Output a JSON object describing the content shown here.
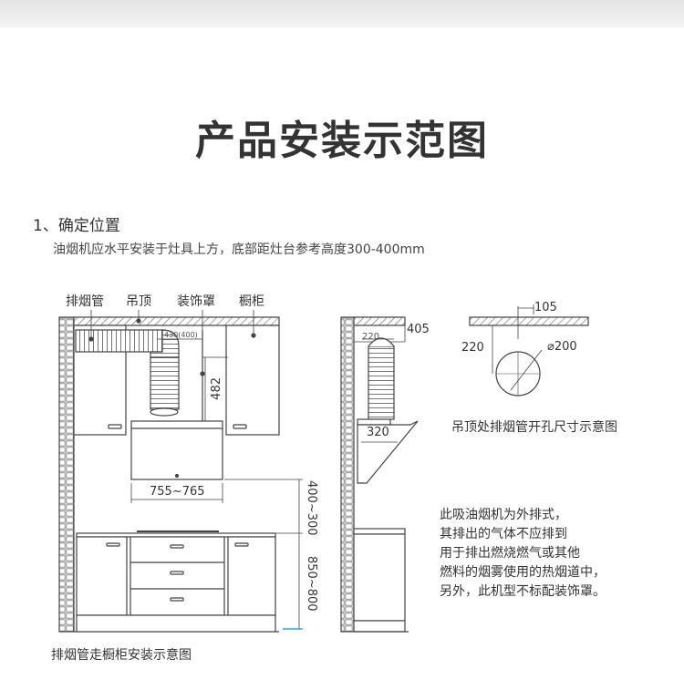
{
  "title": "产品安装示范图",
  "section": {
    "heading": "1、确定位置",
    "description": "油烟机应水平安装于灶具上方，底部距灶台参考高度300-400mm"
  },
  "cabinet_diagram": {
    "labels": {
      "exhaust_pipe": "排烟管",
      "ceiling": "吊顶",
      "decorative_cover": "装饰罩",
      "cabinet": "橱柜"
    },
    "dims": {
      "pipe_diameter": "430(400)",
      "cover_height": "482",
      "hood_width": "755~765",
      "hood_to_stove": "400~300",
      "counter_height": "850~800"
    },
    "caption": "排烟管走橱柜安装示意图"
  },
  "side_view": {
    "dims": {
      "depth_top": "405",
      "pipe_top": "220",
      "hood_depth": "320"
    }
  },
  "ceiling_hole": {
    "dims": {
      "offset": "105",
      "height": "220",
      "diameter": "⌀200"
    },
    "caption": "吊顶处排烟管开孔尺寸示意图"
  },
  "note": {
    "lines": [
      "此吸油烟机为外排式，",
      "其排出的气体不应排到",
      "用于排出燃烧燃气或其他",
      "燃料的烟雾使用的热烟道中，",
      "另外，此机型不标配装饰罩。"
    ]
  },
  "colors": {
    "line": "#444444",
    "brick_fill": "#d0d0d0",
    "cyan_mark": "#29a7d6"
  }
}
